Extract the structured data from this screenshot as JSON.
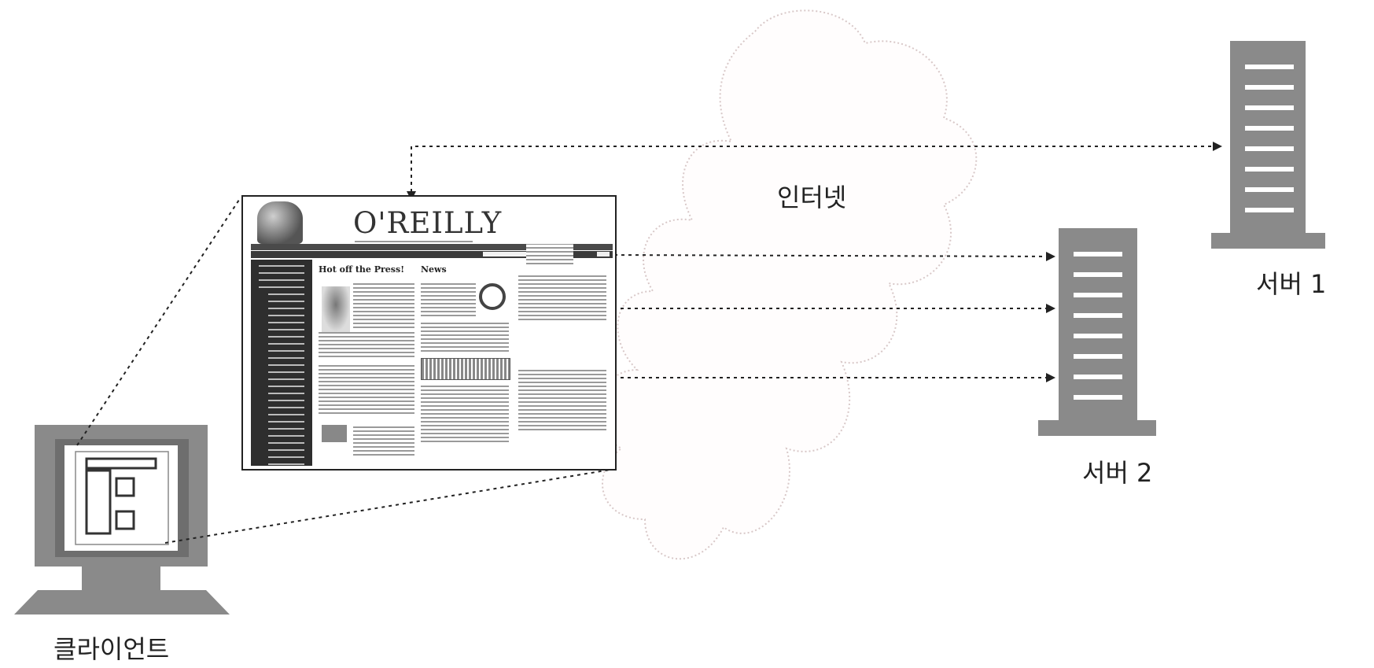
{
  "labels": {
    "internet": "인터넷",
    "server1": "서버 1",
    "server2": "서버 2",
    "client": "클라이언트"
  },
  "webpage": {
    "logo": "O'REILLY",
    "headline_left": "Hot off the Press!",
    "headline_right": "News"
  },
  "colors": {
    "device_gray": "#8a8a8a",
    "device_dark": "#6e6e6e",
    "cloud_outline": "#d9c9c9",
    "arrow": "#222222"
  }
}
